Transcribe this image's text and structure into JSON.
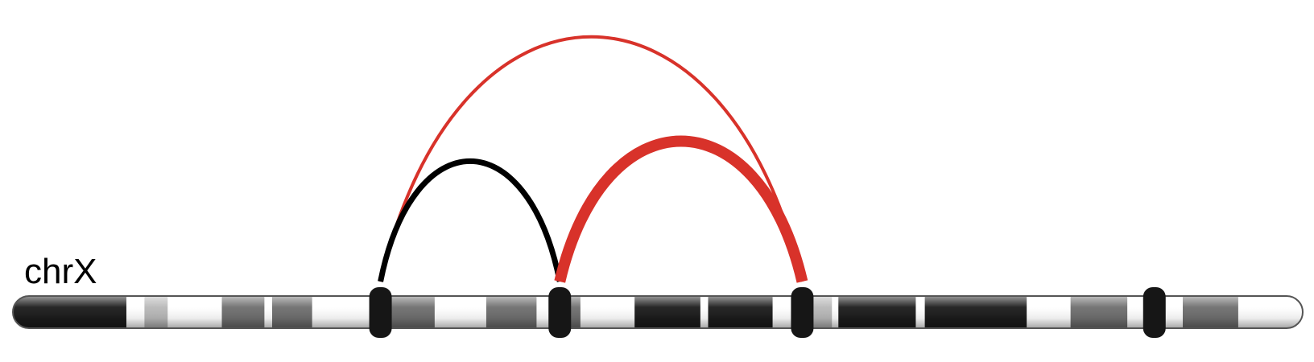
{
  "chromosome": {
    "label": "chrX",
    "bands": [
      {
        "start": 0.0,
        "end": 0.088,
        "shade": "black"
      },
      {
        "start": 0.088,
        "end": 0.102,
        "shade": "white"
      },
      {
        "start": 0.102,
        "end": 0.12,
        "shade": "light"
      },
      {
        "start": 0.12,
        "end": 0.162,
        "shade": "white"
      },
      {
        "start": 0.162,
        "end": 0.195,
        "shade": "mid"
      },
      {
        "start": 0.195,
        "end": 0.201,
        "shade": "white"
      },
      {
        "start": 0.201,
        "end": 0.232,
        "shade": "mid"
      },
      {
        "start": 0.232,
        "end": 0.28,
        "shade": "white"
      },
      {
        "start": 0.28,
        "end": 0.327,
        "shade": "mid"
      },
      {
        "start": 0.327,
        "end": 0.367,
        "shade": "white"
      },
      {
        "start": 0.367,
        "end": 0.406,
        "shade": "mid"
      },
      {
        "start": 0.406,
        "end": 0.42,
        "shade": "white"
      },
      {
        "start": 0.42,
        "end": 0.44,
        "shade": "mid"
      },
      {
        "start": 0.44,
        "end": 0.482,
        "shade": "white"
      },
      {
        "start": 0.482,
        "end": 0.533,
        "shade": "black"
      },
      {
        "start": 0.533,
        "end": 0.539,
        "shade": "white"
      },
      {
        "start": 0.539,
        "end": 0.589,
        "shade": "black"
      },
      {
        "start": 0.589,
        "end": 0.609,
        "shade": "white"
      },
      {
        "start": 0.609,
        "end": 0.635,
        "shade": "light"
      },
      {
        "start": 0.635,
        "end": 0.64,
        "shade": "white"
      },
      {
        "start": 0.64,
        "end": 0.7,
        "shade": "black"
      },
      {
        "start": 0.7,
        "end": 0.707,
        "shade": "white"
      },
      {
        "start": 0.707,
        "end": 0.786,
        "shade": "black"
      },
      {
        "start": 0.786,
        "end": 0.82,
        "shade": "white"
      },
      {
        "start": 0.82,
        "end": 0.864,
        "shade": "mid"
      },
      {
        "start": 0.864,
        "end": 0.9,
        "shade": "white"
      },
      {
        "start": 0.9,
        "end": 0.907,
        "shade": "white"
      },
      {
        "start": 0.907,
        "end": 0.95,
        "shade": "mid"
      },
      {
        "start": 0.95,
        "end": 1.0,
        "shade": "white"
      }
    ],
    "markers": [
      0.285,
      0.424,
      0.612,
      0.885
    ]
  },
  "links": [
    {
      "from": 0,
      "to": 1,
      "color": "#000000",
      "weight": "medium"
    },
    {
      "from": 0,
      "to": 2,
      "color": "#d8322a",
      "weight": "thin"
    },
    {
      "from": 1,
      "to": 2,
      "color": "#d8322a",
      "weight": "thick"
    }
  ],
  "colors": {
    "black": "#1b1b1b",
    "mid": "#6e6e6e",
    "light": "#b8b8b8",
    "white": "#ffffff",
    "marker": "#161616",
    "outline": "#555555"
  }
}
